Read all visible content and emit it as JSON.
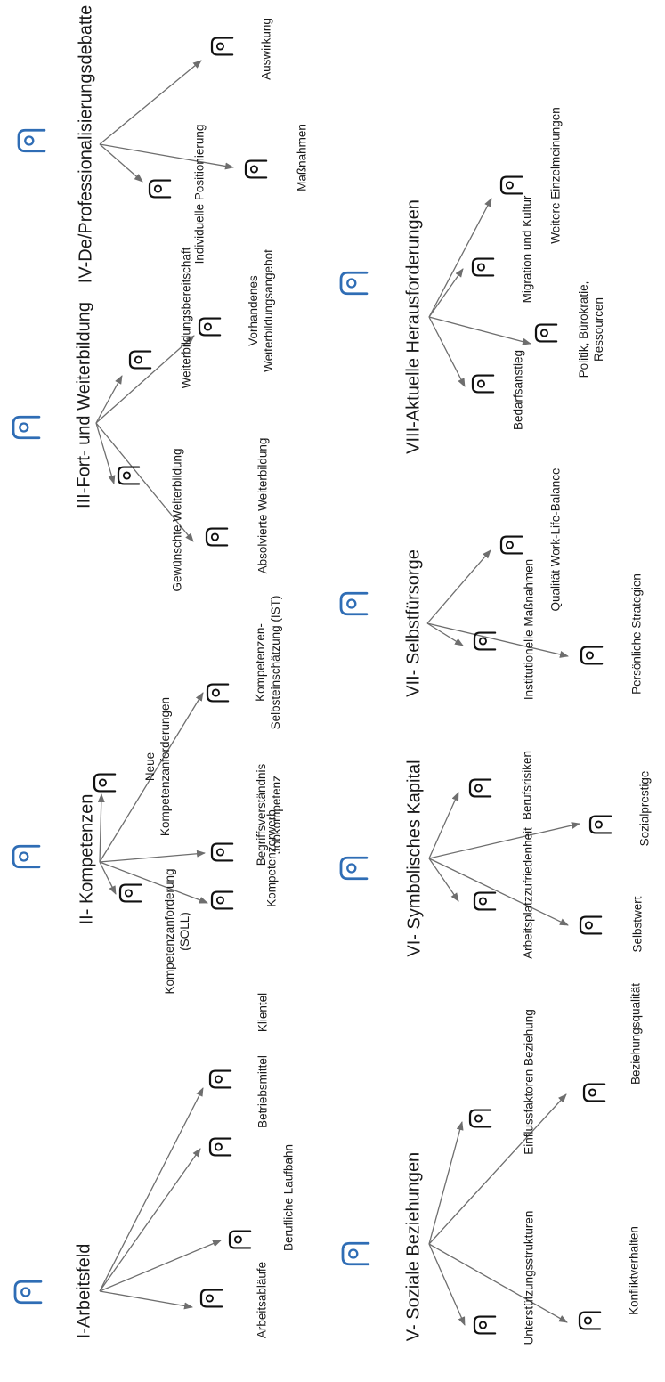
{
  "diagram": {
    "colors": {
      "main_icon": "#2f6db5",
      "sub_icon": "#111111",
      "arrow": "#6e6e6e",
      "text": "#1a1a1a"
    },
    "icon_name": "code-document-icon",
    "categories": [
      {
        "id": "c1",
        "label": "I-Arbeitsfeld",
        "items": [
          {
            "id": "c1i1",
            "lines": [
              "Arbeitsabläufe"
            ]
          },
          {
            "id": "c1i2",
            "lines": [
              "Berufliche Laufbahn"
            ]
          },
          {
            "id": "c1i3",
            "lines": [
              "Betriebsmittel"
            ]
          },
          {
            "id": "c1i4",
            "lines": [
              "Klientel"
            ]
          }
        ]
      },
      {
        "id": "c2",
        "label": "II- Kompetenzen",
        "items": [
          {
            "id": "c2i1",
            "lines": [
              "Kompetenzanforderung",
              "(SOLL)"
            ]
          },
          {
            "id": "c2i2",
            "lines": [
              "Kompetenzerwerb"
            ]
          },
          {
            "id": "c2i3",
            "lines": [
              "Begriffsverständnis",
              "Jobkompetenz"
            ]
          },
          {
            "id": "c2i4",
            "lines": [
              "Neue",
              "Kompetenzanforderungen"
            ]
          },
          {
            "id": "c2i5",
            "lines": [
              "Kompetenzen-",
              "Selbsteinschätzung (IST)"
            ]
          }
        ]
      },
      {
        "id": "c3",
        "label": "III-Fort- und Weiterbildung",
        "items": [
          {
            "id": "c3i1",
            "lines": [
              "Gewünschte Weiterbildung"
            ]
          },
          {
            "id": "c3i2",
            "lines": [
              "Absolvierte Weiterbildung"
            ]
          },
          {
            "id": "c3i3",
            "lines": [
              "Weiterbildungsbereitschaft"
            ]
          },
          {
            "id": "c3i4",
            "lines": [
              "Vorhandenes",
              "Weiterbildungsangebot"
            ]
          }
        ]
      },
      {
        "id": "c4",
        "label": "IV-De/Professionalisierungsdebatte",
        "items": [
          {
            "id": "c4i1",
            "lines": [
              "Individuelle Positionierung"
            ]
          },
          {
            "id": "c4i2",
            "lines": [
              "Maßnahmen"
            ]
          },
          {
            "id": "c4i3",
            "lines": [
              "Auswirkung"
            ]
          }
        ]
      },
      {
        "id": "c5",
        "label": "V- Soziale Beziehungen",
        "items": [
          {
            "id": "c5i1",
            "lines": [
              "Unterstützungsstrukturen"
            ]
          },
          {
            "id": "c5i2",
            "lines": [
              "Konfliktverhalten"
            ]
          },
          {
            "id": "c5i3",
            "lines": [
              "Einflussfaktoren Beziehung"
            ]
          },
          {
            "id": "c5i4",
            "lines": [
              "Beziehungsqualität"
            ]
          }
        ]
      },
      {
        "id": "c6",
        "label": "VI- Symbolisches Kapital",
        "items": [
          {
            "id": "c6i1",
            "lines": [
              "Arbeitsplatzzufriedenheit"
            ]
          },
          {
            "id": "c6i2",
            "lines": [
              "Selbstwert"
            ]
          },
          {
            "id": "c6i3",
            "lines": [
              "Berufsrisiken"
            ]
          },
          {
            "id": "c6i4",
            "lines": [
              "Sozialprestige"
            ]
          }
        ]
      },
      {
        "id": "c7",
        "label": "VII- Selbstfürsorge",
        "items": [
          {
            "id": "c7i1",
            "lines": [
              "Institutionelle Maßnahmen"
            ]
          },
          {
            "id": "c7i2",
            "lines": [
              "Persönliche Strategien"
            ]
          },
          {
            "id": "c7i3",
            "lines": [
              "Qualität Work-Life-Balance"
            ]
          }
        ]
      },
      {
        "id": "c8",
        "label": "VIII-Aktuelle Herausforderungen",
        "items": [
          {
            "id": "c8i1",
            "lines": [
              "Bedarfsanstieg"
            ]
          },
          {
            "id": "c8i2",
            "lines": [
              "Politik, Bürokratie,",
              "Ressourcen"
            ]
          },
          {
            "id": "c8i3",
            "lines": [
              "Migration und Kultur"
            ]
          },
          {
            "id": "c8i4",
            "lines": [
              "Weitere Einzelmeinungen"
            ]
          }
        ]
      }
    ]
  }
}
